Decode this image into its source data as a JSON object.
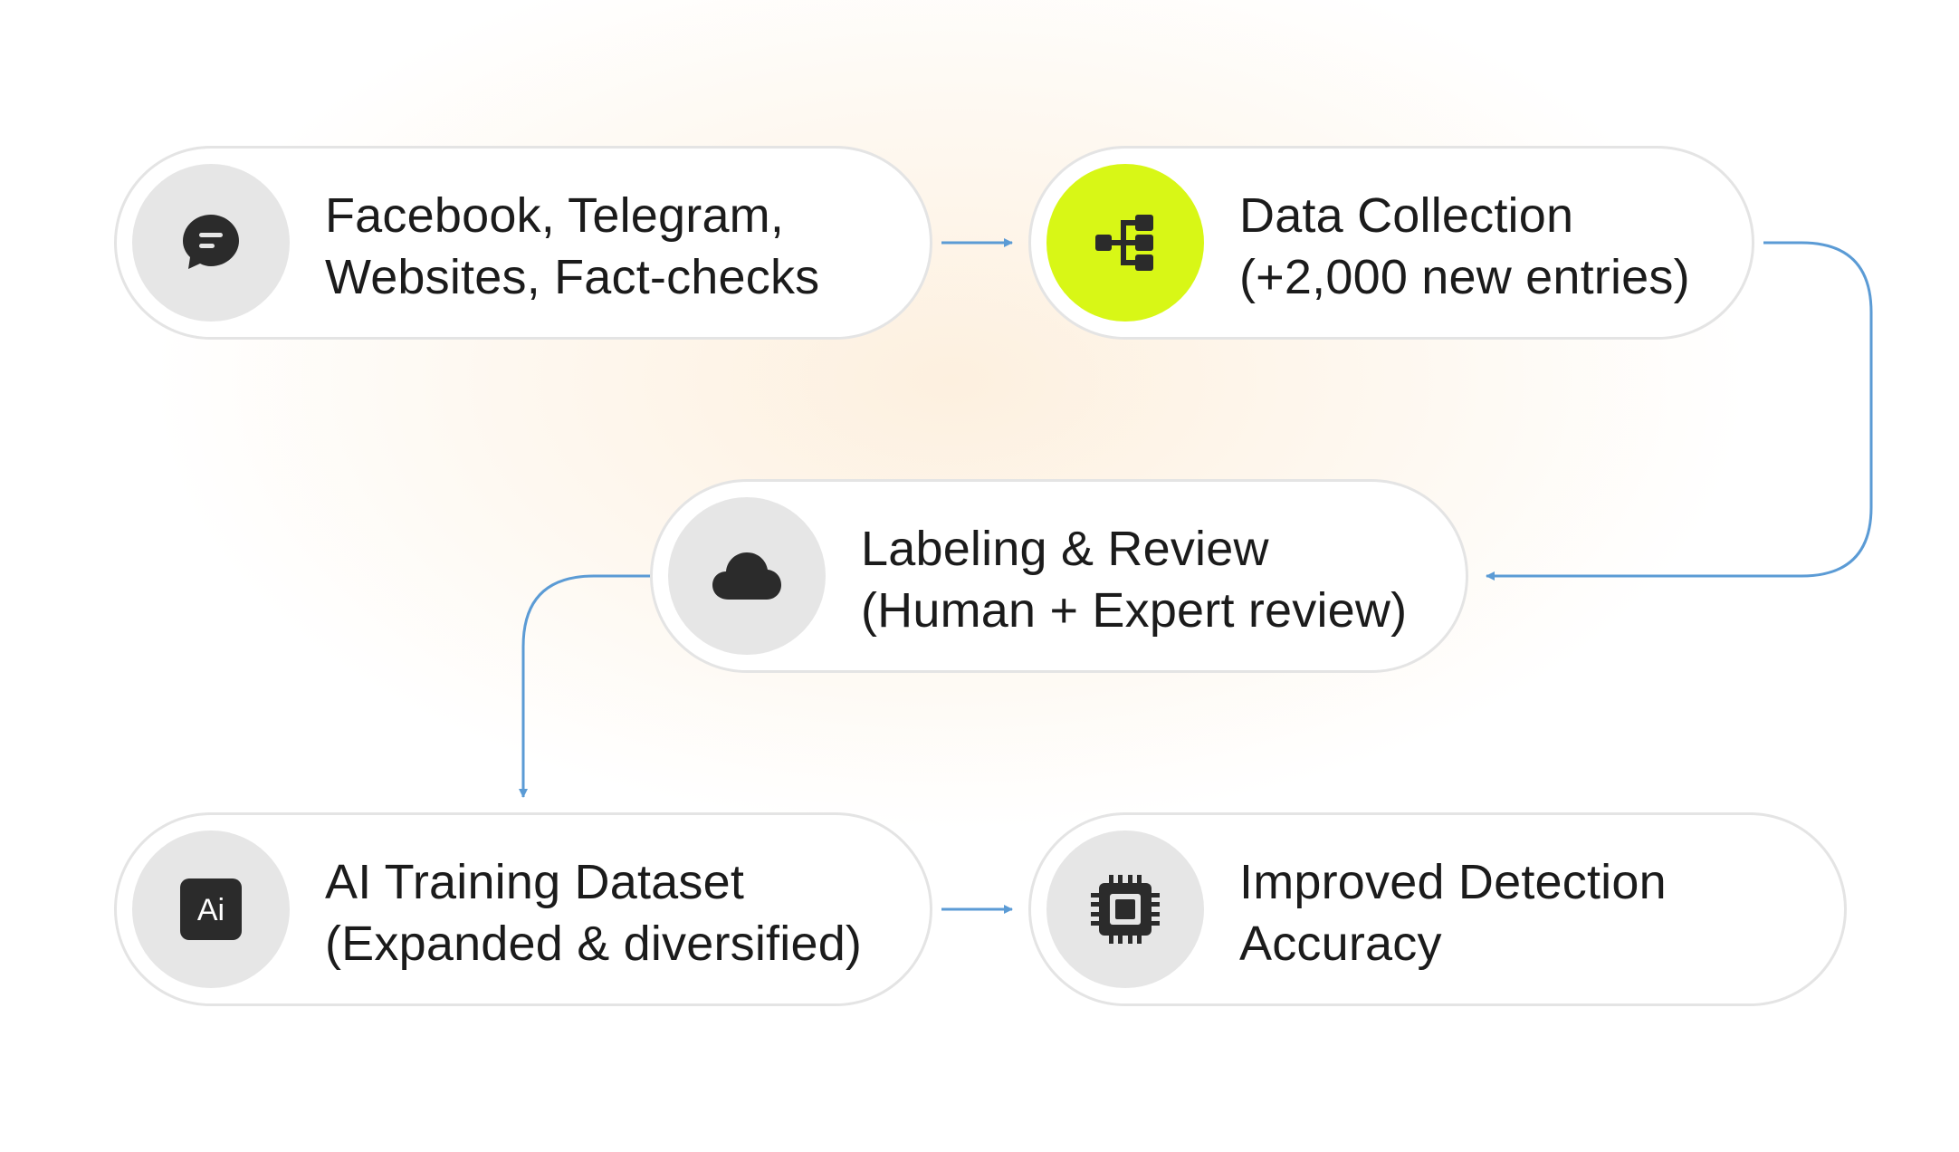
{
  "nodes": [
    {
      "id": "sources",
      "line1": "Facebook, Telegram,",
      "line2": "Websites, Fact-checks",
      "icon": "chat-bubble-icon"
    },
    {
      "id": "collection",
      "line1": "Data Collection",
      "line2": "(+2,000 new entries)",
      "icon": "hierarchy-icon",
      "accent": "#d8f716"
    },
    {
      "id": "labeling",
      "line1": "Labeling & Review",
      "line2": "(Human + Expert review)",
      "icon": "cloud-icon"
    },
    {
      "id": "dataset",
      "line1": "AI Training Dataset",
      "line2": "(Expanded & diversified)",
      "icon": "ai-icon"
    },
    {
      "id": "accuracy",
      "line1": "Improved Detection",
      "line2": "Accuracy",
      "icon": "cpu-chip-icon"
    }
  ],
  "colors": {
    "arrow": "#5b9bd5",
    "icon_dark": "#2b2b2b",
    "icon_bg": "#e6e6e6",
    "accent": "#d8f716",
    "pill_border": "#e4e4e4"
  }
}
